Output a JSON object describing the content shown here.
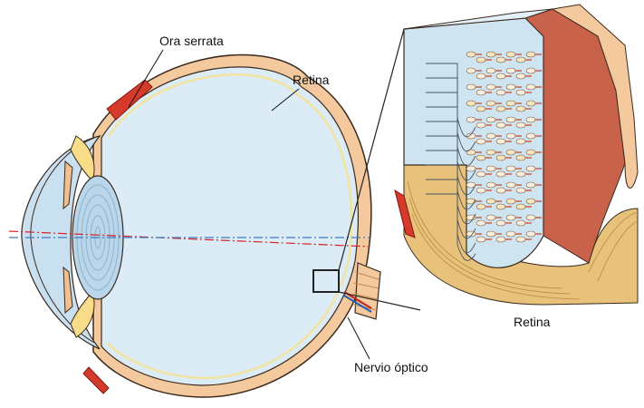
{
  "labels": {
    "ora_serrata": "Ora serrata",
    "retina_eye": "Retina",
    "retina_detail": "Retina",
    "nervio_optico": "Nervio óptico"
  },
  "colors": {
    "sclera": "#f4c99e",
    "sclera_edge": "#3a2a1e",
    "vitreous": "#dcecf6",
    "cornea": "#c8e0f0",
    "lens": "#b9d6ea",
    "retina_line": "#f2e4a0",
    "ciliary": "#f7dd8a",
    "muscle_red": "#d63a2a",
    "axis_red": "#d8202a",
    "axis_blue": "#3a7ec0",
    "block_blue": "#cfe4f1",
    "fiber_tan": "#e8c27a",
    "choroid": "#c9624a"
  }
}
